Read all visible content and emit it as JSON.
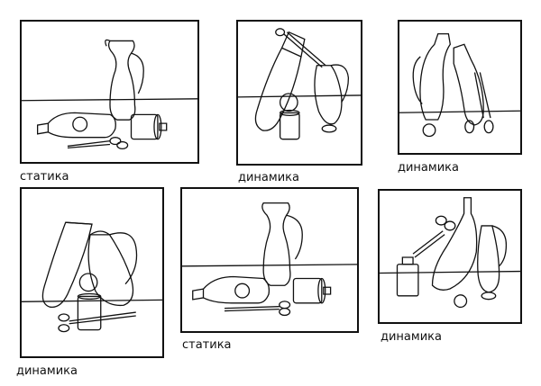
{
  "panels": [
    {
      "caption": "статика"
    },
    {
      "caption": "динамика"
    },
    {
      "caption": "динамика"
    },
    {
      "caption": "динамика"
    },
    {
      "caption": "статика"
    },
    {
      "caption": "динамика"
    }
  ],
  "colors": {
    "line": "#111111",
    "background": "#ffffff"
  }
}
